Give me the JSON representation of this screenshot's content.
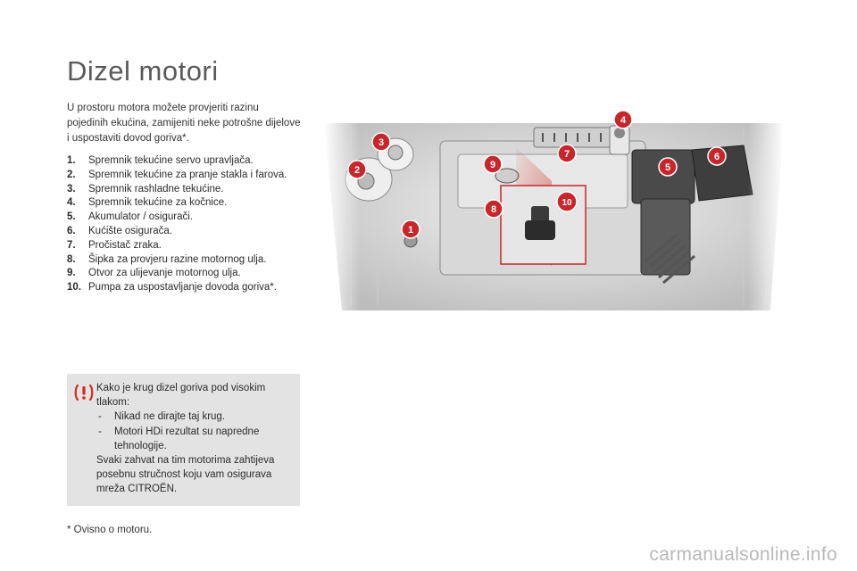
{
  "title": "Dizel motori",
  "intro": "U prostoru motora možete provjeriti razinu pojedinih ekućina, zamijeniti neke potrošne dijelove i uspostaviti dovod goriva*.",
  "items": [
    {
      "num": "1.",
      "text": "Spremnik tekućine servo upravljača."
    },
    {
      "num": "2.",
      "text": "Spremnik tekućine za pranje stakla i farova."
    },
    {
      "num": "3.",
      "text": "Spremnik rashladne tekućine."
    },
    {
      "num": "4.",
      "text": "Spremnik tekućine za kočnice."
    },
    {
      "num": "5.",
      "text": "Akumulator / osigurači."
    },
    {
      "num": "6.",
      "text": "Kućište osigurača."
    },
    {
      "num": "7.",
      "text": "Pročistač zraka."
    },
    {
      "num": "8.",
      "text": "Šipka za provjeru razine motornog ulja."
    },
    {
      "num": "9.",
      "text": "Otvor za ulijevanje motornog ulja."
    },
    {
      "num": "10.",
      "text": "Pumpa za uspostavljanje dovoda goriva*."
    }
  ],
  "warning": {
    "intro": "Kako je krug dizel goriva pod visokim tlakom:",
    "dash_symbol": "-",
    "bullets": [
      "Nikad ne dirajte taj krug.",
      "Motori HDi rezultat su napredne tehnologije."
    ],
    "closing": "Svaki zahvat na tim motorima zahtijeva posebnu stručnost koju vam osigurava mreža CITROËN.",
    "icon": "warning-exclamation-icon",
    "color": "#d62a1e"
  },
  "footnote": "* Ovisno o motoru.",
  "callouts": [
    "1",
    "2",
    "3",
    "4",
    "5",
    "6",
    "7",
    "8",
    "9",
    "10"
  ],
  "callout_color": "#c8262b",
  "watermark": "carmanualsonline.info"
}
